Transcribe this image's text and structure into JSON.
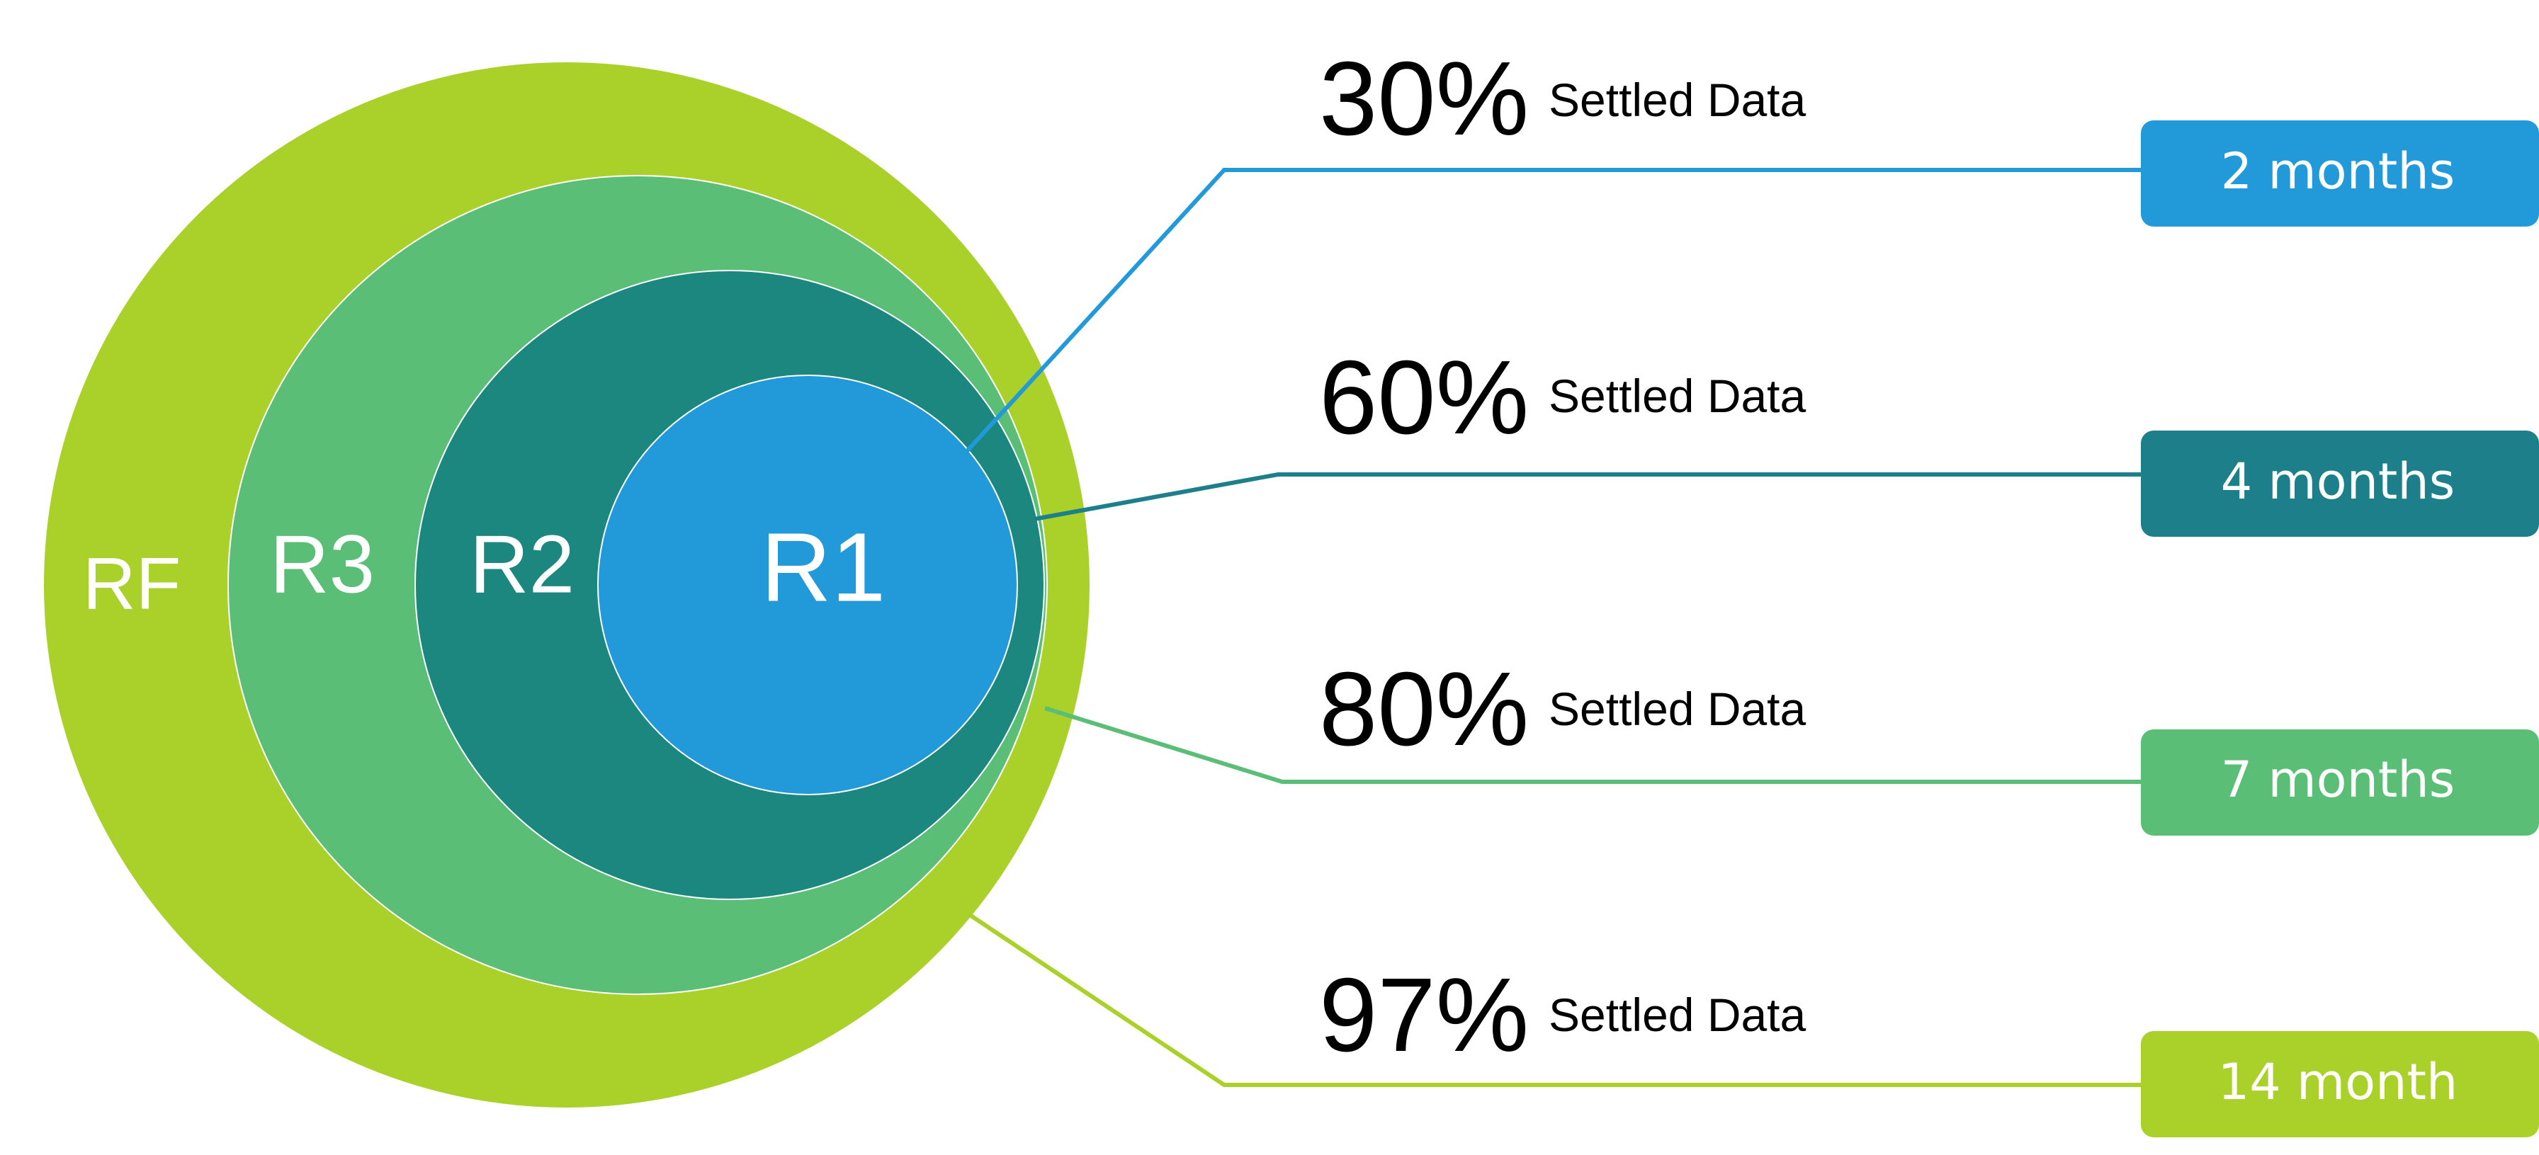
{
  "rings": [
    {
      "label": "RF",
      "color": "#a9d12a"
    },
    {
      "label": "R3",
      "color": "#5bbe76"
    },
    {
      "label": "R2",
      "color": "#1c877f"
    },
    {
      "label": "R1",
      "color": "#2299d8"
    }
  ],
  "callouts": [
    {
      "percent": "30%",
      "caption": "Settled Data",
      "duration": "2 months",
      "color": "#2299d8"
    },
    {
      "percent": "60%",
      "caption": "Settled Data",
      "duration": "4 months",
      "color": "#1c7f8a"
    },
    {
      "percent": "80%",
      "caption": "Settled Data",
      "duration": "7 months",
      "color": "#5bbe76"
    },
    {
      "percent": "97%",
      "caption": "Settled Data",
      "duration": "14 month",
      "color": "#a9d12a"
    }
  ]
}
